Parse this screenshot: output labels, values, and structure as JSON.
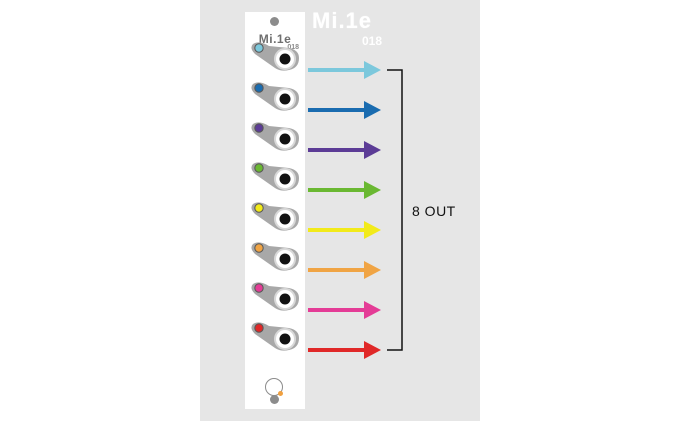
{
  "module": {
    "brand": "Mi.1e",
    "model": "018"
  },
  "heading": {
    "brand": "Mi.1e",
    "model": "018"
  },
  "bracket_label": "8 OUT",
  "colors": {
    "background_left": "#ffffff",
    "background_center": "#e6e6e6",
    "panel": "#ffffff",
    "jack_body": "#a8a8a8",
    "jack_ring": "#d8d8d8",
    "bracket": "#111111"
  },
  "outputs": [
    {
      "color": "#7cc8dc"
    },
    {
      "color": "#1a6cb0"
    },
    {
      "color": "#5c3c96"
    },
    {
      "color": "#6ab832"
    },
    {
      "color": "#f2ea1a"
    },
    {
      "color": "#f0a444"
    },
    {
      "color": "#e43c96"
    },
    {
      "color": "#e02828"
    }
  ]
}
